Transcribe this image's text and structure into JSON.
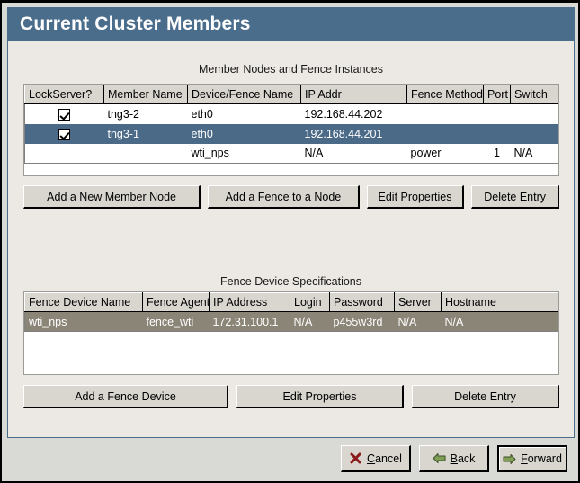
{
  "window": {
    "title": "Current Cluster Members"
  },
  "members_section": {
    "caption": "Member Nodes and Fence Instances",
    "columns": [
      "LockServer?",
      "Member Name",
      "Device/Fence Name",
      "IP Addr",
      "Fence Method",
      "Port",
      "Switch"
    ],
    "rows": [
      {
        "selected": false,
        "lockserver_checked": true,
        "member_name": "tng3-2",
        "device_fence_name": "eth0",
        "ip_addr": "192.168.44.202",
        "fence_method": "",
        "port": "",
        "switch": ""
      },
      {
        "selected": true,
        "lockserver_checked": true,
        "member_name": "tng3-1",
        "device_fence_name": "eth0",
        "ip_addr": "192.168.44.201",
        "fence_method": "",
        "port": "",
        "switch": ""
      },
      {
        "selected": false,
        "lockserver_checked": false,
        "member_name": "",
        "device_fence_name": "wti_nps",
        "ip_addr": "N/A",
        "fence_method": "power",
        "port": "1",
        "switch": "N/A"
      }
    ],
    "buttons": {
      "add_member": "Add a New Member Node",
      "add_fence": "Add a Fence to a Node",
      "edit_properties": "Edit Properties",
      "delete_entry": "Delete Entry"
    }
  },
  "fence_section": {
    "caption": "Fence Device Specifications",
    "columns": [
      "Fence Device Name",
      "Fence Agent",
      "IP Address",
      "Login",
      "Password",
      "Server",
      "Hostname"
    ],
    "rows": [
      {
        "selected": true,
        "fence_device_name": "wti_nps",
        "fence_agent": "fence_wti",
        "ip_address": "172.31.100.1",
        "login": "N/A",
        "password": "p455w3rd",
        "server": "N/A",
        "hostname": "N/A"
      }
    ],
    "buttons": {
      "add_fence_device": "Add a Fence Device",
      "edit_properties": "Edit Properties",
      "delete_entry": "Delete Entry"
    }
  },
  "footer": {
    "cancel": {
      "prefix": "",
      "accel": "C",
      "rest": "ancel",
      "icon": "cancel-x-icon"
    },
    "back": {
      "prefix": "",
      "accel": "B",
      "rest": "ack",
      "icon": "arrow-left-icon"
    },
    "forward": {
      "prefix": "",
      "accel": "F",
      "rest": "orward",
      "icon": "arrow-right-icon"
    }
  },
  "colors": {
    "titlebar": "#4a6d8c",
    "panel": "#ece9e4",
    "selection_focused": "#4a6a87",
    "selection_unfocused": "#8b8578",
    "button_face": "#d9d6cf",
    "arrow_green": "#7f9f55"
  }
}
